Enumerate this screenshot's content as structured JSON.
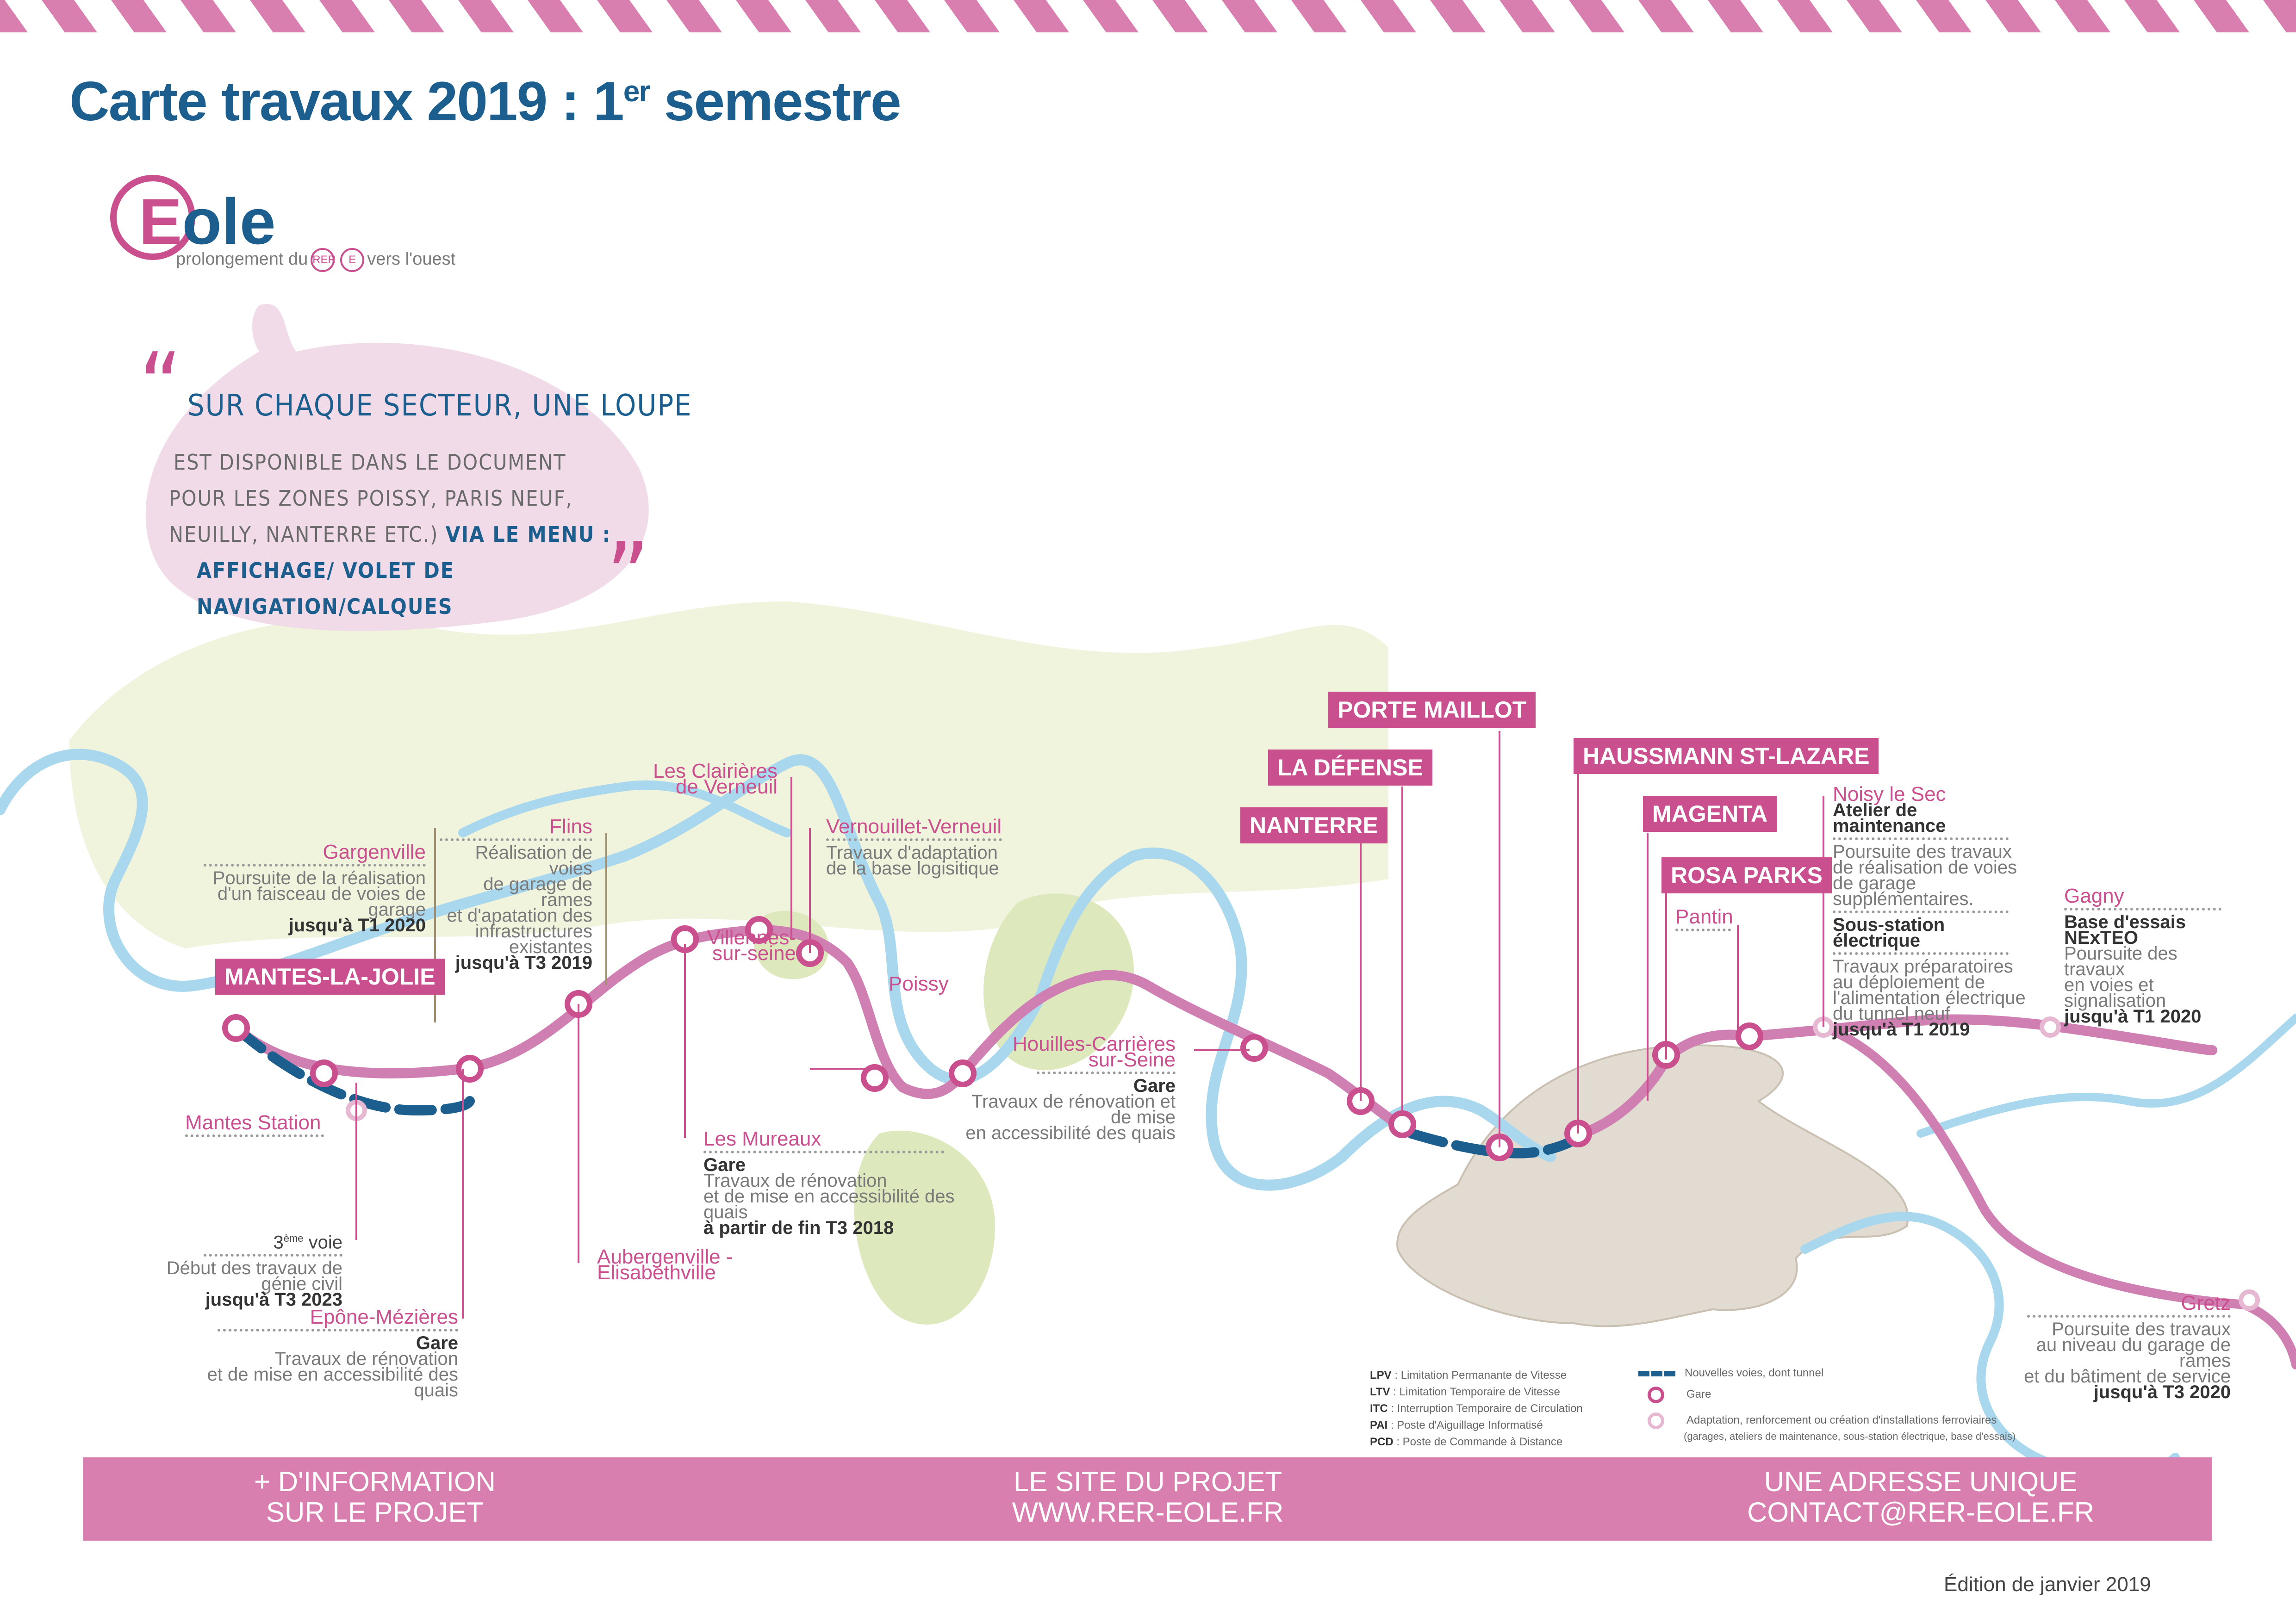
{
  "title": {
    "main": "Carte travaux 2019 : 1",
    "sup": "er",
    "end": " semestre"
  },
  "logo": {
    "word_e": "E",
    "word_rest": "ole",
    "subtitle_start": "prolongement du",
    "badge_rer": "RER",
    "badge_e": "E",
    "subtitle_end": "vers l'ouest"
  },
  "quote": {
    "open_mark": "“",
    "close_mark": "”",
    "headline": "SUR CHAQUE SECTEUR, UNE LOUPE",
    "line1": "EST DISPONIBLE DANS LE DOCUMENT",
    "line2": "POUR LES ZONES POISSY, PARIS NEUF,",
    "line3_a": "NEUILLY, NANTERRE ETC.) ",
    "line3_b": "VIA LE MENU :",
    "line4": "AFFICHAGE/ VOLET DE NAVIGATION/CALQUES"
  },
  "stations": {
    "mantes_la_jolie": "MANTES-LA-JOLIE",
    "nanterre": "NANTERRE",
    "la_defense": "LA DÉFENSE",
    "porte_maillot": "PORTE MAILLOT",
    "haussmann": "HAUSSMANN ST-LAZARE",
    "magenta": "MAGENTA",
    "rosa_parks": "ROSA PARKS"
  },
  "labels": {
    "gargenville": {
      "head": "Gargenville",
      "l1": "Poursuite de la réalisation",
      "l2": "d'un faisceau de voies de garage",
      "l3": "jusqu'à T1 2020"
    },
    "flins": {
      "head": "Flins",
      "l1": "Réalisation de voies",
      "l2": "de garage de rames",
      "l3": "et d'apatation des",
      "l4": "infrastructures existantes",
      "l5": "jusqu'à T3 2019"
    },
    "clairieres": {
      "head1": "Les Clairières",
      "head2": "de Verneuil"
    },
    "vernouillet": {
      "head": "Vernouillet-Verneuil",
      "l1": "Travaux d'adaptation",
      "l2": "de la base logisitique"
    },
    "villennes": {
      "head1": "Villennes-",
      "head2": "sur-seine"
    },
    "poissy": {
      "head": "Poissy"
    },
    "mantes_station": {
      "head": "Mantes Station"
    },
    "troisieme_voie": {
      "head_a": "3",
      "head_sup": "ème",
      "head_b": " voie",
      "l1": "Début des travaux de génie civil",
      "l2": "jusqu'à T3 2023"
    },
    "epone": {
      "head": "Epône-Mézières",
      "g": "Gare",
      "l1": "Travaux de rénovation",
      "l2": "et de mise en accessibilité des quais"
    },
    "aubergenville": {
      "head1": "Aubergenville -",
      "head2": "Elisabethville"
    },
    "mureaux": {
      "head": "Les Mureaux",
      "g": "Gare",
      "l1": "Travaux de rénovation",
      "l2": "et de mise en accessibilité des quais",
      "l3": "à partir de fin T3 2018"
    },
    "houilles": {
      "head1": "Houilles-Carrières",
      "head2": "sur-Seine",
      "g": "Gare",
      "l1": "Travaux de rénovation et de mise",
      "l2": "en accessibilité des quais"
    },
    "pantin": {
      "head": "Pantin"
    },
    "noisy": {
      "head": "Noisy le Sec",
      "g1": "Atelier de maintenance",
      "a1": "Poursuite des travaux",
      "a2": "de réalisation de voies",
      "a3": "de garage supplémentaires.",
      "g2": "Sous-station électrique",
      "b1": "Travaux préparatoires",
      "b2": "au déploiement de",
      "b3": "l'alimentation électrique",
      "b4": "du tunnel neuf",
      "b5": "jusqu'à T1 2019"
    },
    "gagny": {
      "head": "Gagny",
      "g": "Base d'essais NExTEO",
      "l1": "Poursuite des travaux",
      "l2": "en voies et signalisation",
      "l3": "jusqu'à T1 2020"
    },
    "gretz": {
      "head": "Gretz",
      "l1": "Poursuite des travaux",
      "l2": "au niveau du garage de rames",
      "l3": "et du bâtiment de service",
      "l4": "jusqu'à T3 2020"
    }
  },
  "legend": {
    "lpv_k": "LPV",
    "lpv_v": " : Limitation Permanante de Vitesse",
    "ltv_k": "LTV",
    "ltv_v": " : Limitation Temporaire de Vitesse",
    "itc_k": "ITC",
    "itc_v": " : Interruption Temporaire de Circulation",
    "pai_k": "PAI",
    "pai_v": " : Poste d'Aiguillage Informatisé",
    "pcd_k": "PCD",
    "pcd_v": " : Poste de Commande à Distance",
    "new_tracks": "Nouvelles voies, dont tunnel",
    "station": "Gare",
    "adaptation": "Adaptation, renforcement ou création d'installations ferroviaires",
    "adaptation_detail": "(garages, ateliers de maintenance, sous-station électrique, base d'essais)"
  },
  "banner": {
    "left1": "+ D'INFORMATION",
    "left2": "SUR LE PROJET",
    "mid1": "LE SITE DU PROJET",
    "mid2": "WWW.RER-EOLE.FR",
    "right1": "UNE ADRESSE UNIQUE",
    "right2": "CONTACT@RER-EOLE.FR"
  },
  "edition": "Édition de janvier 2019",
  "colors": {
    "line": "#c94f8e",
    "tunnel": "#1c5f8f",
    "river": "#a9d8ee",
    "green": "#e6f0c9",
    "paris": "#ddd5c9",
    "stripe": "#d97fb0"
  }
}
